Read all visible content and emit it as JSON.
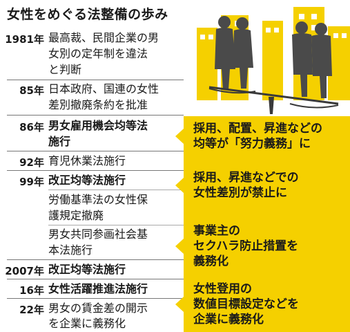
{
  "title": "女性をめぐる法整備の歩み",
  "timeline": [
    {
      "year": "1981年",
      "lines": [
        "最高裁、民間企業の男",
        "女別の定年制を違法",
        "と判断"
      ],
      "bold": false
    },
    {
      "year": "85年",
      "lines": [
        "日本政府、国連の女性",
        "差別撤廃条約を批准"
      ],
      "bold": false
    },
    {
      "year": "86年",
      "lines": [
        "男女雇用機会均等法",
        "施行"
      ],
      "bold": true
    },
    {
      "year": "92年",
      "lines": [
        "育児休業法施行"
      ],
      "bold": false
    },
    {
      "year": "99年",
      "lines": [
        "改正均等法施行"
      ],
      "bold": true
    },
    {
      "year": "",
      "lines": [
        "労働基準法の女性保",
        "護規定撤廃"
      ],
      "bold": false
    },
    {
      "year": "",
      "lines": [
        "男女共同参画社会基",
        "本法施行"
      ],
      "bold": false
    },
    {
      "year": "2007年",
      "lines": [
        "改正均等法施行"
      ],
      "bold": true
    },
    {
      "year": "16年",
      "lines": [
        "女性活躍推進法施行"
      ],
      "bold": true
    },
    {
      "year": "22年",
      "lines": [
        "男女の賃金差の開示",
        "を企業に義務化"
      ],
      "bold": false
    }
  ],
  "callouts": [
    {
      "lines": [
        "採用、配置、昇進などの",
        "均等が「努力義務」に"
      ]
    },
    {
      "lines": [
        "採用、昇進などでの",
        "女性差別が禁止に"
      ]
    },
    {
      "lines": [
        "事業主の",
        "セクハラ防止措置を",
        "義務化"
      ]
    },
    {
      "lines": [
        "女性登用の",
        "数値目標設定などを",
        "企業に義務化"
      ]
    }
  ],
  "illustration": {
    "icon": "balance-scale-people-icon",
    "bg_color": "#f5d000",
    "figure_color": "#4a4a4a"
  }
}
